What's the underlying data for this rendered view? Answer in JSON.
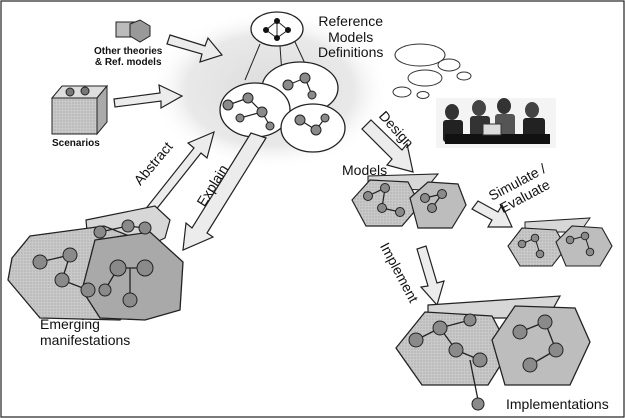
{
  "labels": {
    "reference_models": [
      "Reference",
      "Models",
      "Definitions"
    ],
    "other_theories": [
      "Other theories",
      "& Ref. models"
    ],
    "scenarios": "Scenarios",
    "abstract": "Abstract",
    "explain": "Explain",
    "design": "Design",
    "models": "Models",
    "simulate_evaluate": [
      "Simulate /",
      "Evaluate"
    ],
    "implement": "Implement",
    "emerging_manifestations": [
      "Emerging",
      "manifestations"
    ],
    "implementations": "Implementations"
  },
  "colors": {
    "outline": "#222222",
    "hex_fill": "#c8c8c8",
    "hex_fill_dark": "#a8a8a8",
    "node_fill": "#8a8a8a",
    "arrow_fill": "#e6e6e6",
    "cloud": "#ececec"
  }
}
